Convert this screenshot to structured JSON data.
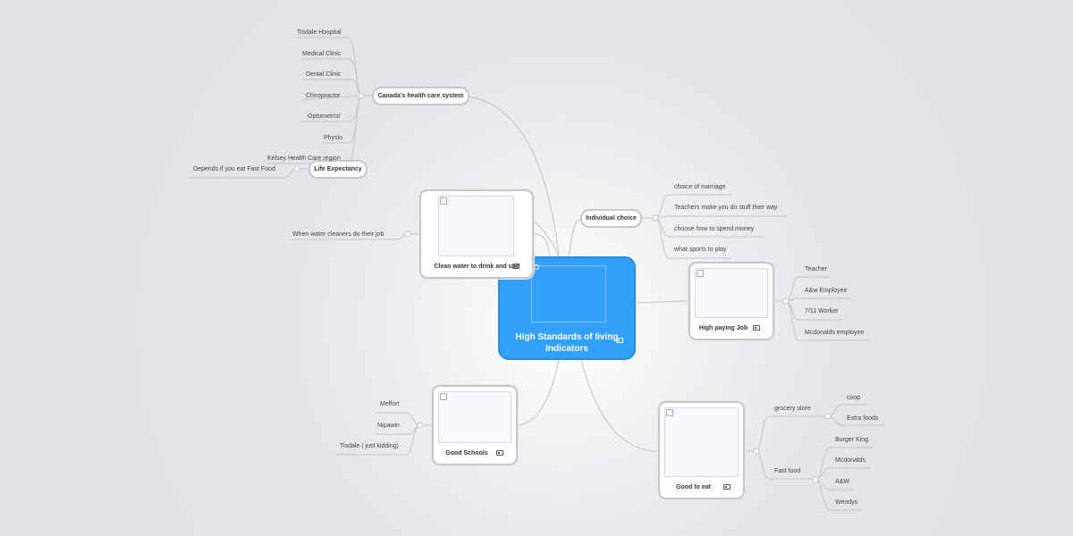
{
  "root": {
    "title_line1": "High Standards of living",
    "title_line2": "Indicators"
  },
  "nodes": {
    "health": "Canada's health care system",
    "life": "Life Expectancy",
    "water": "Clean water to drink and use",
    "schools": "Good Schools",
    "choice": "Individual choice",
    "job": "High paying Job",
    "eat": "Good to eat"
  },
  "leaves": {
    "health": [
      "Tisdale Hospital",
      "Medical Clinic",
      "Dental Clinic",
      "Chiropractor",
      "Optometrist",
      "Physio",
      "Kelsey Health Care region"
    ],
    "life": [
      "Depends if you eat Fast Food"
    ],
    "water": [
      "When water cleaners do their job"
    ],
    "schools": [
      "Melfort",
      "Nipawin",
      "Tisdale ( just kidding)"
    ],
    "choice": [
      "choice of marriage",
      "Teachers make you do stuff their way",
      "choose how to spend money",
      "what sports to play"
    ],
    "job": [
      "Teacher",
      "A&w Employee",
      "7/11 Worker",
      "Mcdonalds employee"
    ],
    "eat": {
      "grocery": "grocery store",
      "grocery_items": [
        "coop",
        "Extra foods"
      ],
      "fastfood": "Fast food",
      "fastfood_items": [
        "Burger King",
        "Mcdonalds",
        "A&W",
        "Wendys"
      ]
    }
  }
}
